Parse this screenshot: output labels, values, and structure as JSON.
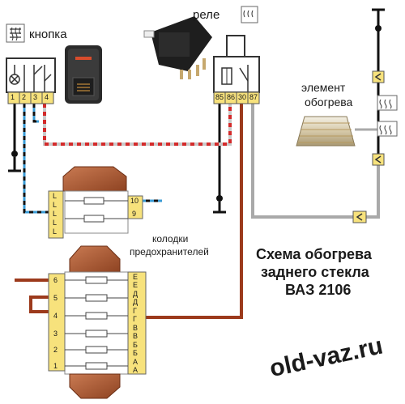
{
  "labels": {
    "button": "кнопка",
    "relay": "реле",
    "element": [
      "элемент",
      "обогрева"
    ],
    "fuse_blocks": [
      "колодки",
      "предохранителей"
    ],
    "title": [
      "Схема обогрева",
      "заднего стекла",
      "ВАЗ 2106"
    ],
    "site": "old-vaz.ru"
  },
  "button_pins": [
    "1",
    "2",
    "3",
    "4"
  ],
  "relay_pins": [
    "85",
    "86",
    "30",
    "87"
  ],
  "fuse_top_left_pins": [
    "L",
    "L",
    "L",
    "L",
    "L"
  ],
  "fuse_top_right_pins": [
    "10",
    "9"
  ],
  "fuse_bottom_left_pins": [
    "6",
    "5",
    "4",
    "3",
    "2",
    "1"
  ],
  "fuse_bottom_right_pins": [
    "E",
    "E",
    "Д",
    "Д",
    "Г",
    "Г",
    "В",
    "В",
    "Б",
    "Б",
    "А",
    "А"
  ],
  "icons": [
    "heated-rear-window-icon",
    "ground-symbol-icon",
    "connector-chevron-icon",
    "rocker-switch-photo",
    "relay-photo",
    "rear-window-heater-element"
  ],
  "colors": {
    "wire_brown": "#9c3a1c",
    "wire_red": "#d32a2a",
    "wire_gray": "#a9a9a9",
    "wire_blue": "#3a9bd5",
    "wire_black": "#111111",
    "connector_yellow": "#f7e27c",
    "fuse_block": "#b5613a"
  }
}
